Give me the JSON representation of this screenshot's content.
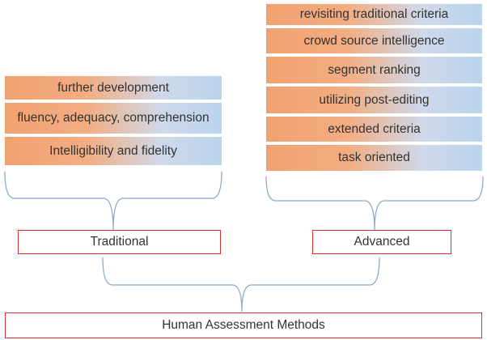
{
  "advanced_criteria": [
    "revisiting traditional criteria",
    "crowd source intelligence",
    "segment ranking",
    "utilizing post-editing",
    "extended criteria",
    "task oriented"
  ],
  "traditional_criteria": [
    "further development",
    "fluency, adequacy, comprehension",
    "Intelligibility and fidelity"
  ],
  "labels": {
    "traditional": "Traditional",
    "advanced": "Advanced",
    "root": "Human Assessment Methods"
  },
  "colors": {
    "bar_orange": "#f1a170",
    "bar_blue": "#b9d4ee",
    "box_border": "#e03030",
    "brace": "#8aa9cf"
  }
}
